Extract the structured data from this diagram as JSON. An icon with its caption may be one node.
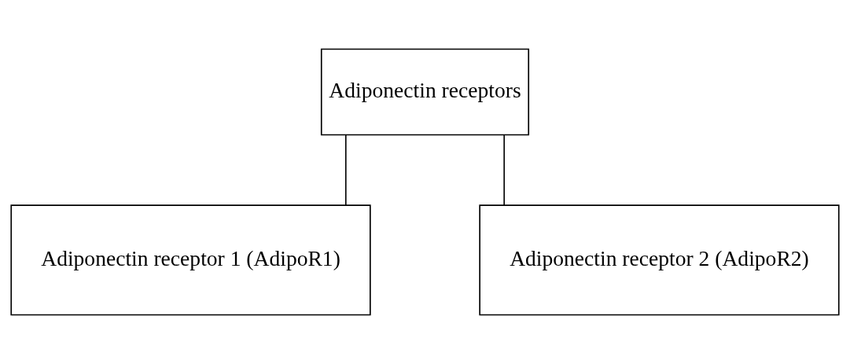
{
  "diagram": {
    "nodes": [
      {
        "text": [
          "Adiponectin receptors"
        ]
      },
      {
        "text": [
          "Adiponectin receptor 1 (AdipoR1)"
        ]
      },
      {
        "text": [
          "Adiponectin receptor 2 (AdipoR2)"
        ]
      }
    ],
    "edges": [
      {
        "from": 0,
        "to": 1,
        "arrow": "none"
      },
      {
        "from": 0,
        "to": 2,
        "arrow": "none"
      }
    ]
  }
}
